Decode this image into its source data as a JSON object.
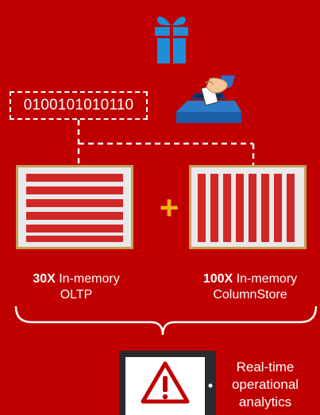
{
  "binary": {
    "text": "0100101010110"
  },
  "oltp": {
    "factor": "30X",
    "label_line1": "In-memory",
    "label_line2": "OLTP"
  },
  "columnstore": {
    "factor": "100X",
    "label_line1": "In-memory",
    "label_line2": "ColumnStore"
  },
  "combine_symbol": "+",
  "realtime": {
    "line1": "Real-time",
    "line2": "operational",
    "line3": "analytics"
  },
  "colors": {
    "background": "#C00000",
    "accent": "#F2B21A",
    "icon_blue": "#1e8fd6",
    "frame": "#c4a05a"
  },
  "icons": [
    "gift-icon",
    "hand-inserting-card-icon",
    "warning-tablet-icon"
  ]
}
